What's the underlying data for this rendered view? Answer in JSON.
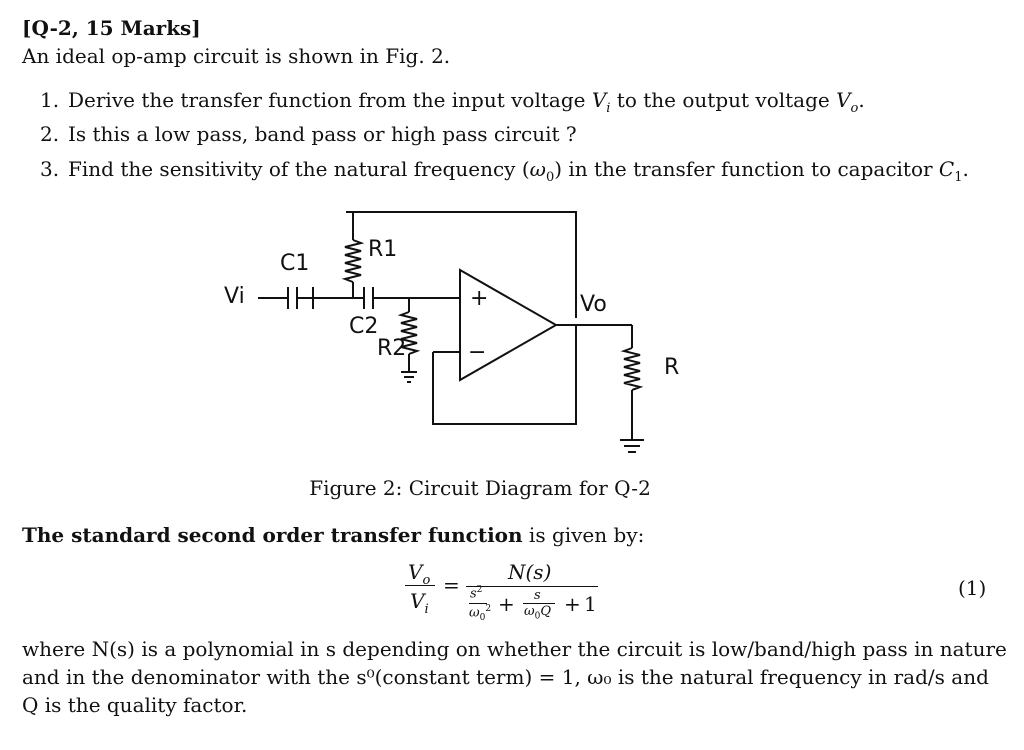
{
  "header": "[Q-2, 15 Marks]",
  "intro": "An ideal op-amp circuit is shown in Fig. 2.",
  "questions": [
    {
      "num": "1.",
      "pre": "Derive the transfer function from the input voltage ",
      "v1": "V",
      "v1sub": "i",
      "mid": " to the output voltage ",
      "v2": "V",
      "v2sub": "o",
      "post": "."
    },
    {
      "num": "2.",
      "text": "Is this a low pass, band pass or high pass circuit ?"
    },
    {
      "num": "3.",
      "pre": "Find the sensitivity of the natural frequency (",
      "w": "ω",
      "wsub": "0",
      "mid": ") in the transfer function to capacitor ",
      "c": "C",
      "csub": "1",
      "post": "."
    }
  ],
  "circuit": {
    "labels": {
      "vi": "Vi",
      "vo": "Vo",
      "c1": "C1",
      "c2": "C2",
      "r1": "R1",
      "r2": "R2",
      "r": "R",
      "plus": "+",
      "minus": "−"
    }
  },
  "figure_caption": "Figure 2: Circuit Diagram for Q-2",
  "standard": {
    "bold": "The standard second order transfer function",
    "rest": " is given by:"
  },
  "equation": {
    "lhs_num": "V",
    "lhs_num_sub": "o",
    "lhs_den": "V",
    "lhs_den_sub": "i",
    "eq": "=",
    "num": "N(s)",
    "den_t1_num": "s",
    "den_t1_num_sup": "2",
    "den_t1_den": "ω",
    "den_t1_den_sub": "0",
    "den_t1_den_sup": "2",
    "plus1": "+",
    "den_t2_num": "s",
    "den_t2_den": "ω",
    "den_t2_den_sub": "0",
    "den_t2_den_q": "Q",
    "plus2": "+",
    "one": "1",
    "number": "(1)"
  },
  "where_lines": [
    "where N(s) is a polynomial in s depending on whether the circuit is low/band/high pass in nature",
    "and in the denominator with the s⁰(constant term) = 1, ω₀ is the natural frequency in rad/s and",
    "Q is the quality factor."
  ]
}
